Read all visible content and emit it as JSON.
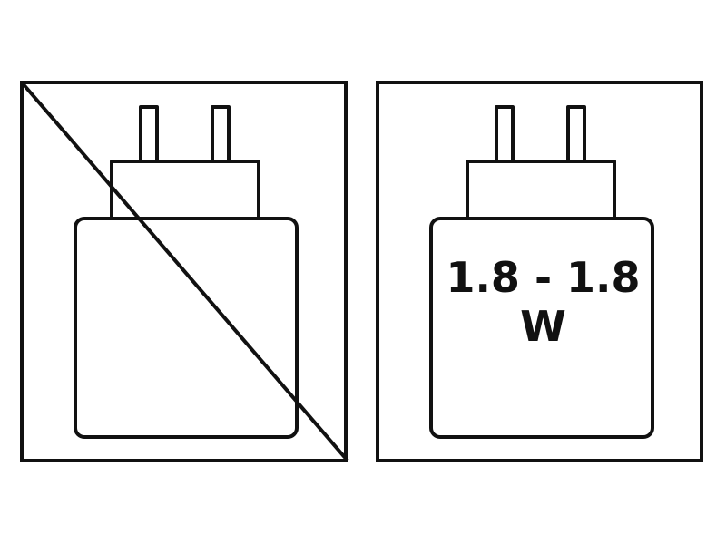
{
  "panels": [
    {
      "name": "no-charger-panel",
      "icon": "charger-icon",
      "crossed_out": true
    },
    {
      "name": "charger-power-panel",
      "icon": "charger-icon",
      "crossed_out": false,
      "power_range": "1.8 - 1.8",
      "power_unit": "W"
    }
  ],
  "colors": {
    "stroke": "#111111",
    "background": "#ffffff"
  }
}
